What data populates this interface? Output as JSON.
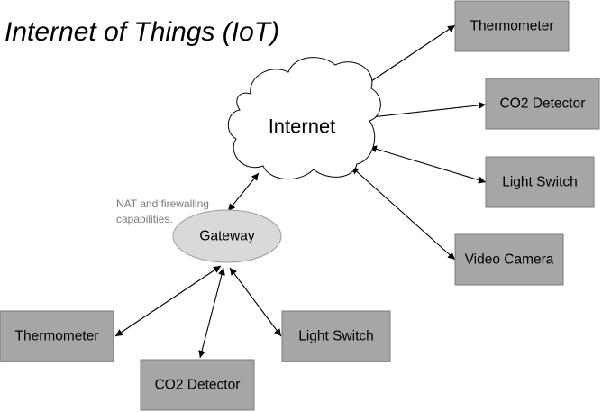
{
  "title": "Internet of Things (IoT)",
  "internet": {
    "label": "Internet"
  },
  "gateway": {
    "label": "Gateway",
    "note": [
      "NAT and firewalling",
      "capabilities."
    ]
  },
  "internet_devices": [
    {
      "label": "Thermometer"
    },
    {
      "label": "CO2 Detector"
    },
    {
      "label": "Light Switch"
    },
    {
      "label": "Video Camera"
    }
  ],
  "local_devices": [
    {
      "label": "Thermometer"
    },
    {
      "label": "CO2 Detector"
    },
    {
      "label": "Light Switch"
    }
  ],
  "colors": {
    "device_box": "#a6a6a6",
    "device_box_border": "#7a7a7a",
    "gateway_fill": "#d9d9d9",
    "note_text": "#7a7a7a"
  }
}
